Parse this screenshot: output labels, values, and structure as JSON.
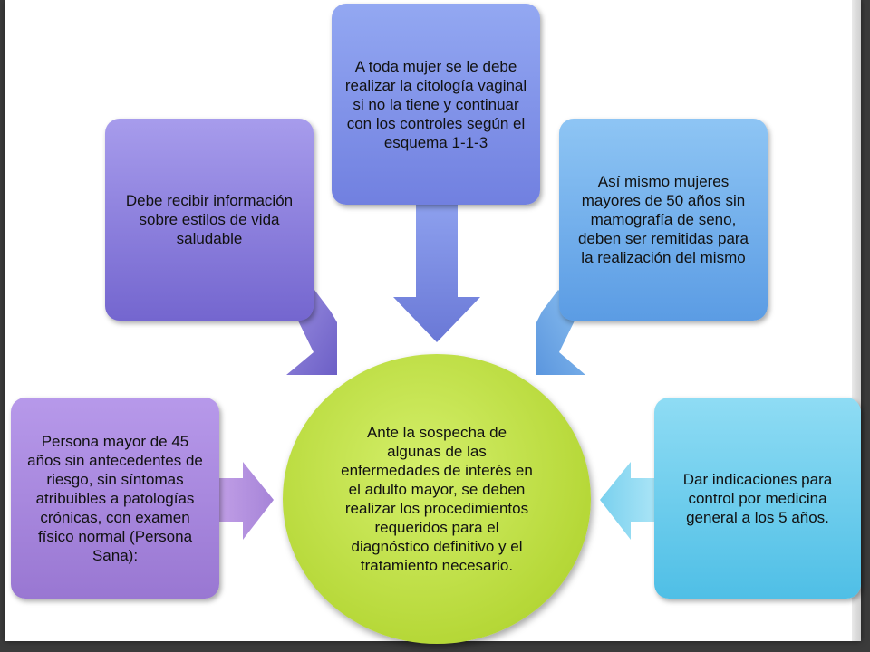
{
  "diagram": {
    "center": {
      "text": "Ante la sospecha de algunas de las enfermedades de interés en el adulto mayor, se deben realizar los procedimientos requeridos para el diagnóstico definitivo y el tratamiento necesario.",
      "color": "#c4e34a"
    },
    "nodes": [
      {
        "id": "top-center",
        "text": "A toda mujer se le debe realizar la citología vaginal si no la tiene y continuar con los controles según el esquema 1-1-3",
        "color": "#7f93e6"
      },
      {
        "id": "top-left",
        "text": "Debe recibir información sobre estilos de vida saludable",
        "color": "#8c80d8"
      },
      {
        "id": "top-right",
        "text": "Así mismo mujeres mayores de 50 años sin mamografía de seno, deben ser remitidas para la realización del mismo",
        "color": "#6aa7e4"
      },
      {
        "id": "left",
        "text": "Persona mayor de 45 años sin antecedentes de riesgo, sin síntomas atribuibles a patologías crónicas, con examen físico normal (Persona Sana):",
        "color": "#a481d3"
      },
      {
        "id": "right",
        "text": "Dar indicaciones para control por medicina general a los 5 años.",
        "color": "#6fcbe8"
      }
    ]
  }
}
